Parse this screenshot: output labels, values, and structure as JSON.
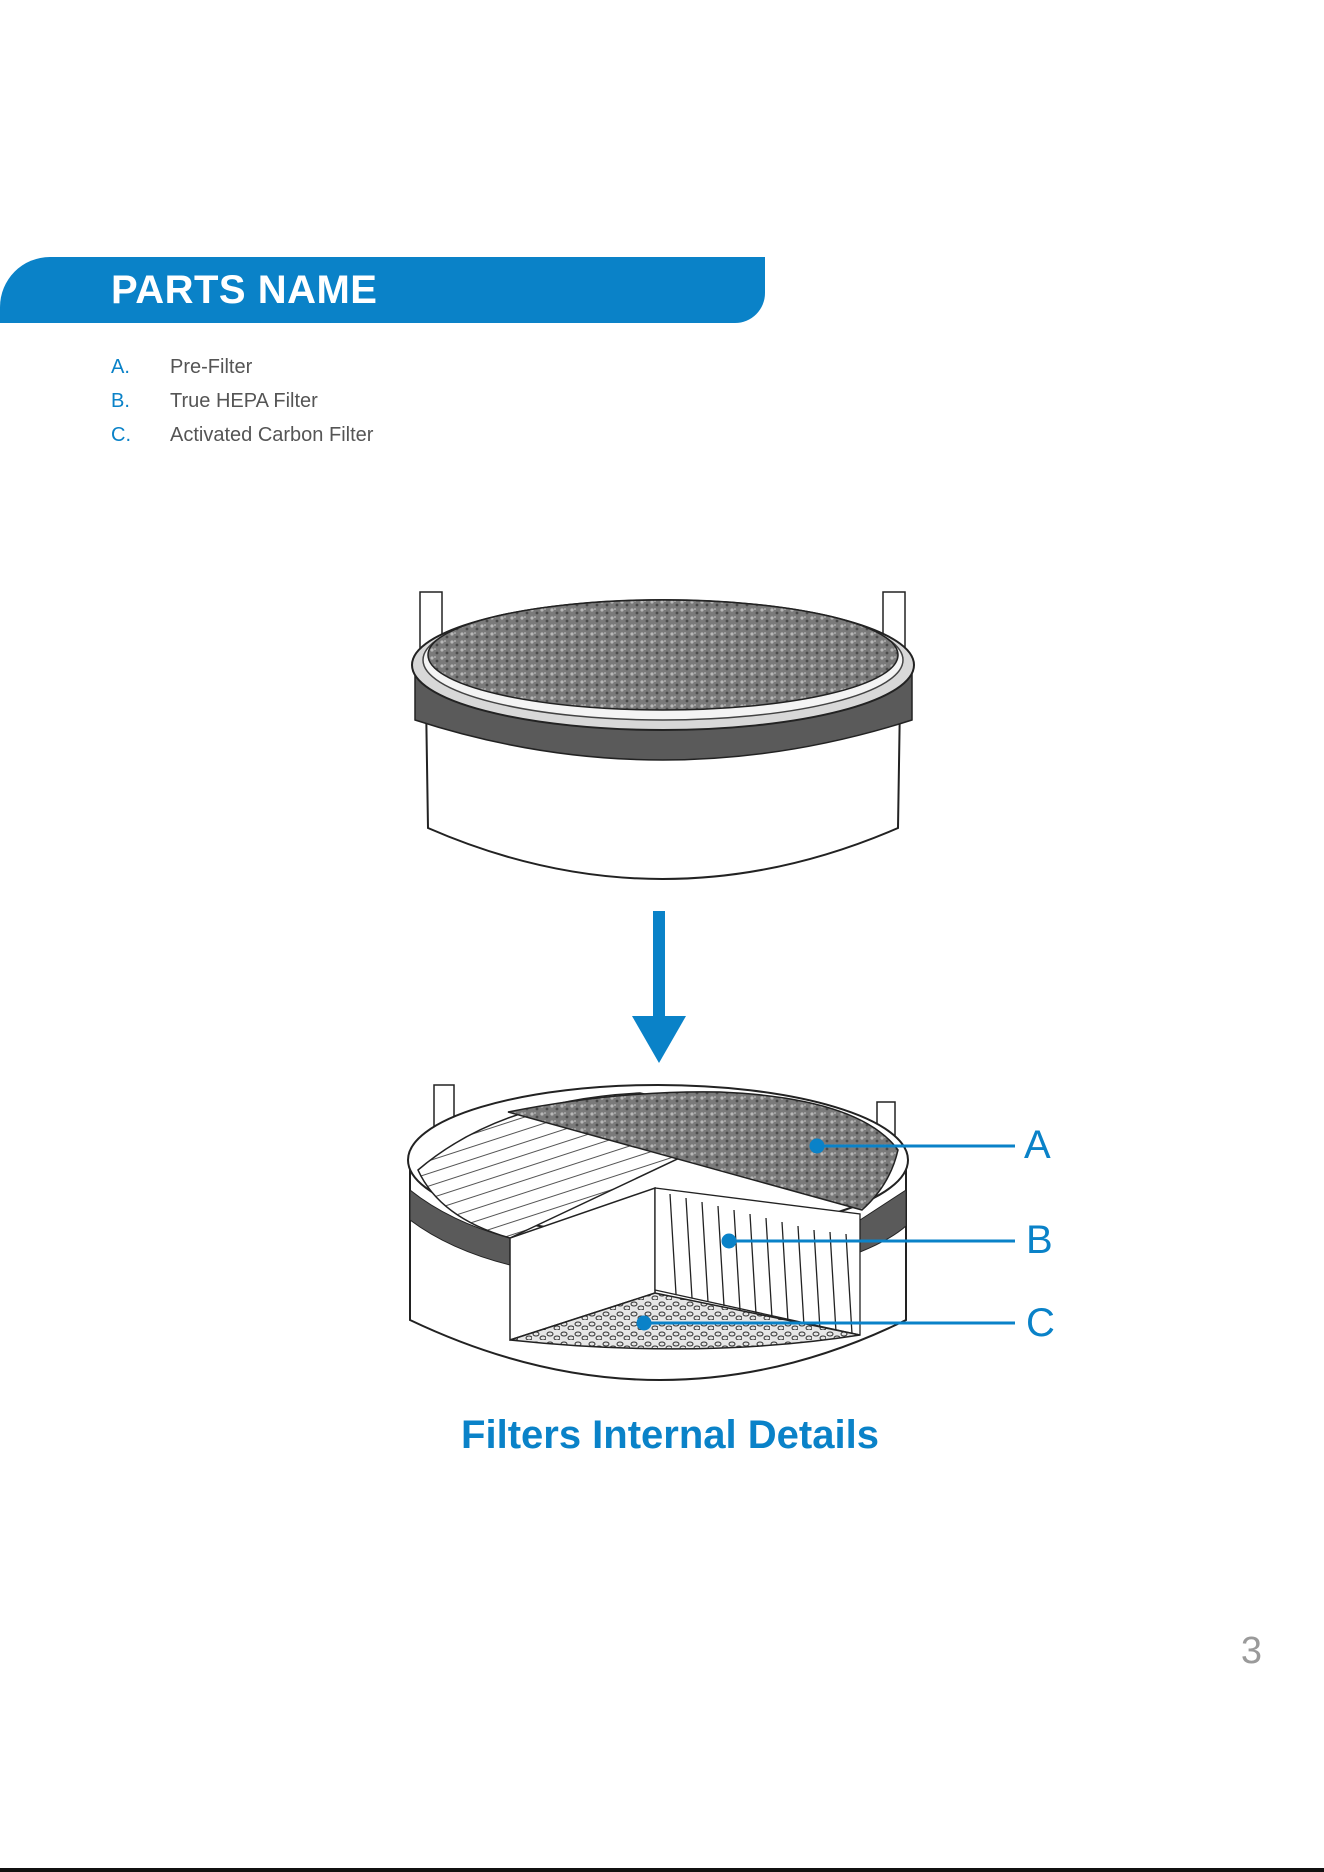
{
  "header": {
    "title": "PARTS NAME"
  },
  "parts": [
    {
      "letter": "A.",
      "name": "Pre-Filter"
    },
    {
      "letter": "B.",
      "name": "True HEPA Filter"
    },
    {
      "letter": "C.",
      "name": "Activated Carbon Filter"
    }
  ],
  "callouts": {
    "a": "A",
    "b": "B",
    "c": "C"
  },
  "caption": "Filters Internal Details",
  "page_number": "3",
  "colors": {
    "accent": "#0a82c8",
    "text_gray": "#555555",
    "page_number": "#9a9a9a"
  }
}
